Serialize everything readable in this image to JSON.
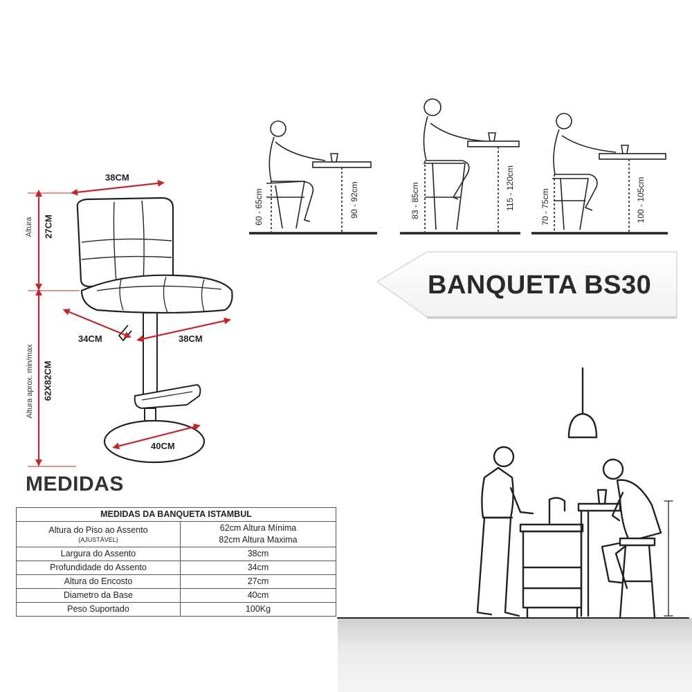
{
  "product_title": "BANQUETA BS30",
  "medidas_heading": "MEDIDAS",
  "stool_dims": {
    "top_width": "38CM",
    "seat_width": "38CM",
    "seat_depth": "34CM",
    "base_diameter": "40CM",
    "backrest_height": "27CM",
    "backrest_caption": "Altura",
    "total_height": "62X82CM",
    "total_caption": "Altura aprox. min/max"
  },
  "ergonomics": [
    {
      "seat_range": "60 - 65cm",
      "table_range": "90 - 92cm"
    },
    {
      "seat_range": "83 - 85cm",
      "table_range": "115 - 120cm"
    },
    {
      "seat_range": "70 - 75cm",
      "table_range": "100 - 105cm"
    }
  ],
  "table": {
    "title": "MEDIDAS DA BANQUETA ISTAMBUL",
    "rows": [
      {
        "label": "Altura do Piso ao Assento",
        "sub": "(AJUSTÁVEL)",
        "value": "62cm  Altura Mínima",
        "value2": "82cm Altura Maxima"
      },
      {
        "label": "Largura do Assento",
        "value": "38cm"
      },
      {
        "label": "Profundidade do Assento",
        "value": "34cm"
      },
      {
        "label": "Altura do Encosto",
        "value": "27cm"
      },
      {
        "label": "Diametro da Base",
        "value": "40cm"
      },
      {
        "label": "Peso Suportado",
        "value": "100Kg"
      }
    ]
  },
  "colors": {
    "dimension_arrow": "#c0282d",
    "line": "#222222"
  }
}
